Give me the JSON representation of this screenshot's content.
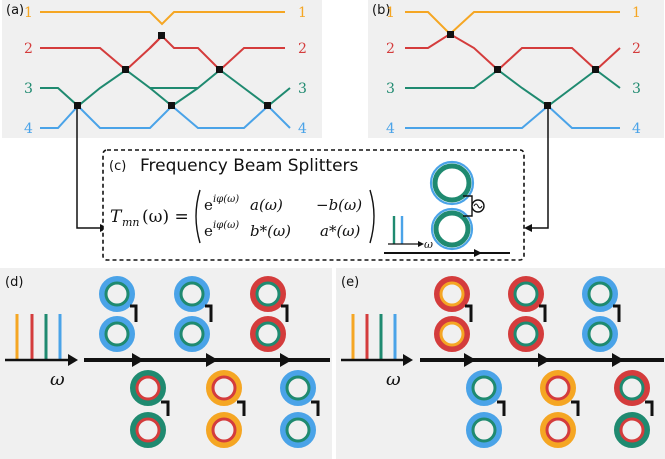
{
  "panels": {
    "a": {
      "tag": "(a)",
      "ports": [
        "1",
        "2",
        "3",
        "4"
      ],
      "port_colors": [
        "#f5a623",
        "#d43c3c",
        "#1f8a70",
        "#4aa3e8"
      ]
    },
    "b": {
      "tag": "(b)",
      "ports": [
        "1",
        "2",
        "3",
        "4"
      ],
      "port_colors": [
        "#f5a623",
        "#d43c3c",
        "#1f8a70",
        "#4aa3e8"
      ]
    },
    "c": {
      "tag": "(c)",
      "title": "Frequency Beam Splitters",
      "equation_lhs": "T",
      "equation_lhs_sub": "mn",
      "equation_lhs_arg": "(ω) =",
      "matrix": {
        "r1c1_exp": "iφ(ω)",
        "r1c1_base": "e",
        "r1c1_tail": "a(ω)",
        "r1c2": "−b(ω)",
        "r2c1_exp": "iφ(ω)",
        "r2c1_base": "e",
        "r2c1_tail": "b*(ω)",
        "r2c2": "a*(ω)"
      },
      "omega_label": "ω"
    },
    "d": {
      "tag": "(d)",
      "omega_label": "ω"
    },
    "e": {
      "tag": "(e)",
      "omega_label": "ω"
    }
  },
  "colors": {
    "orange": "#f5a623",
    "red": "#d43c3c",
    "green": "#1f8a70",
    "blue": "#4aa3e8",
    "panel_bg": "#f0f0f0",
    "ink": "#111111"
  }
}
